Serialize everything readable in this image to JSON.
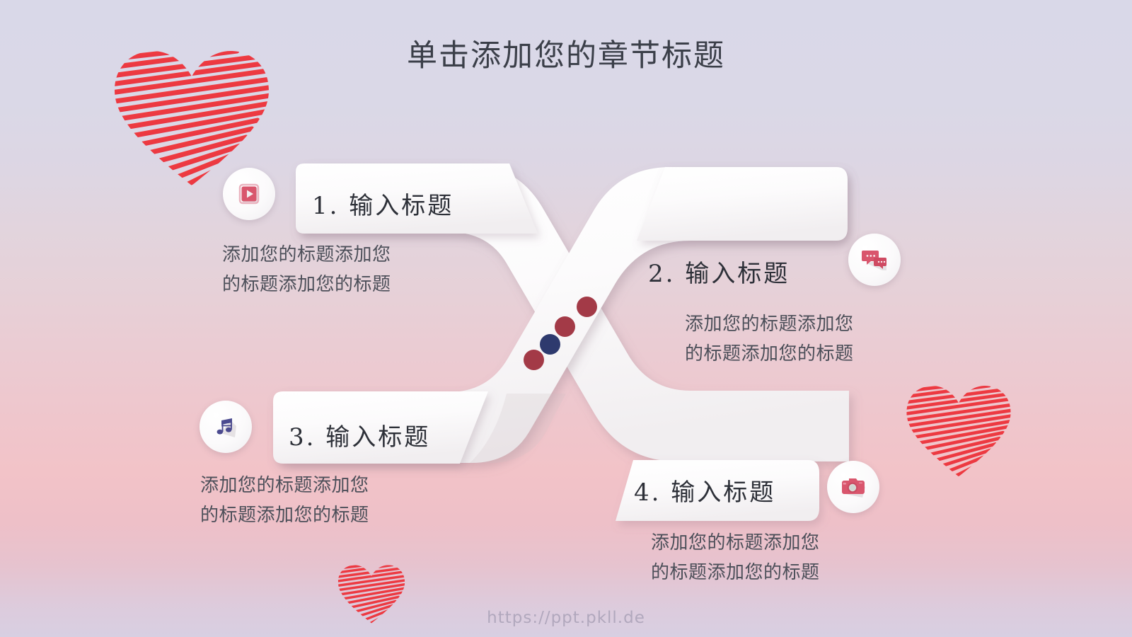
{
  "page_title": "单击添加您的章节标题",
  "watermark": "https://ppt.pkll.de",
  "colors": {
    "accent_red": "#e8394a",
    "heading_text": "#2d3038",
    "body_text": "#4c4f59",
    "title_text": "#3b3f49",
    "ribbon": "#fbfafb",
    "dot_maroon": "#a33a47",
    "dot_navy": "#2e3a6e",
    "icon_pink": "#dd5a70",
    "icon_purple": "#4b4a8f",
    "bg_top": "#d9d8e8",
    "bg_mid": "#f2c3c8",
    "bg_bottom": "#d8cfe2"
  },
  "decorations": [
    {
      "name": "scribble-heart-top-left",
      "color": "#e8394a"
    },
    {
      "name": "scribble-heart-right",
      "color": "#e8394a"
    },
    {
      "name": "scribble-heart-bottom",
      "color": "#e8394a"
    }
  ],
  "dots": [
    {
      "name": "node-dot-1",
      "color": "#a33a47"
    },
    {
      "name": "node-dot-2",
      "color": "#a33a47"
    },
    {
      "name": "node-dot-3",
      "color": "#2e3a6e"
    },
    {
      "name": "node-dot-4",
      "color": "#a33a47"
    }
  ],
  "items": [
    {
      "number": "1.",
      "heading": "输入标题",
      "heading_full": "1. 输入标题",
      "body_line1": "添加您的标题添加您",
      "body_line2": "的标题添加您的标题",
      "icon": "video-play-icon",
      "icon_color": "#dd5a70"
    },
    {
      "number": "2.",
      "heading": "输入标题",
      "heading_full": "2. 输入标题",
      "body_line1": "添加您的标题添加您",
      "body_line2": "的标题添加您的标题",
      "icon": "chat-bubbles-icon",
      "icon_color": "#dd5a70"
    },
    {
      "number": "3.",
      "heading": "输入标题",
      "heading_full": "3. 输入标题",
      "body_line1": "添加您的标题添加您",
      "body_line2": "的标题添加您的标题",
      "icon": "music-note-icon",
      "icon_color": "#4b4a8f"
    },
    {
      "number": "4.",
      "heading": "输入标题",
      "heading_full": "4. 输入标题",
      "body_line1": "添加您的标题添加您",
      "body_line2": "的标题添加您的标题",
      "icon": "camera-icon",
      "icon_color": "#dd5a70"
    }
  ]
}
